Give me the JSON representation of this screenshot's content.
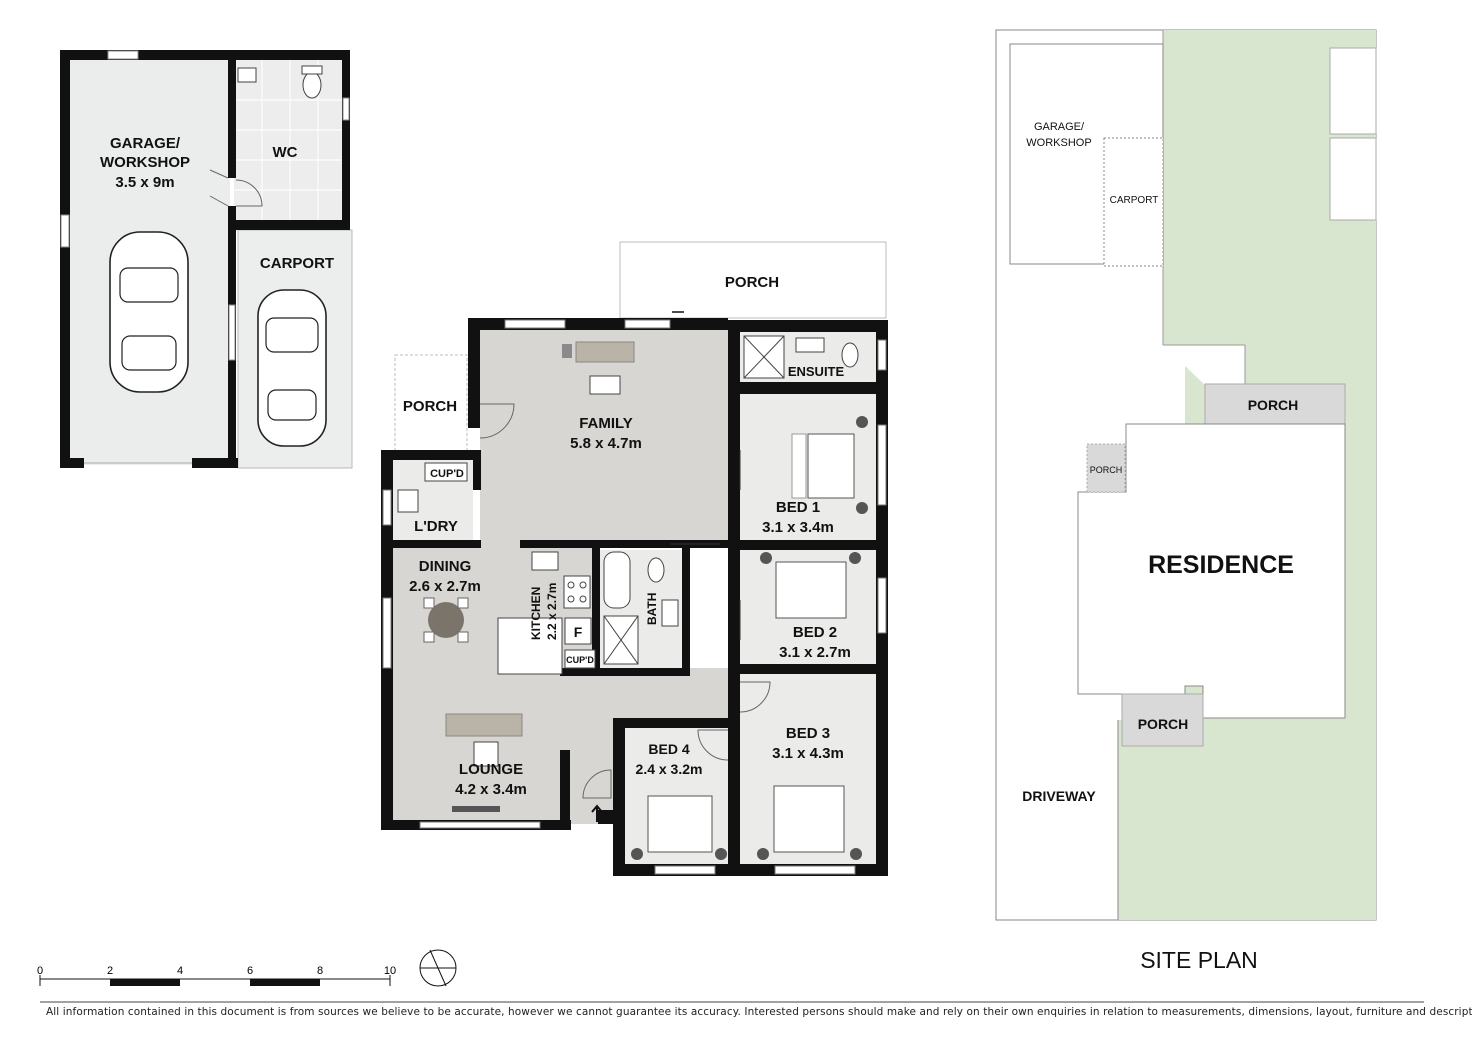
{
  "floorplan": {
    "rooms": [
      {
        "name": "GARAGE/",
        "name2": "WORKSHOP",
        "dims": "3.5 x 9m"
      },
      {
        "name": "WC"
      },
      {
        "name": "CARPORT"
      },
      {
        "name": "PORCH"
      },
      {
        "name": "PORCH"
      },
      {
        "name": "FAMILY",
        "dims": "5.8 x 4.7m"
      },
      {
        "name": "ENSUITE"
      },
      {
        "name": "BED 1",
        "dims": "3.1 x 3.4m"
      },
      {
        "name": "CUP'D"
      },
      {
        "name": "L'DRY"
      },
      {
        "name": "DINING",
        "dims": "2.6 x 2.7m"
      },
      {
        "name": "KITCHEN",
        "dims": "2.2 x 2.7m"
      },
      {
        "name": "F"
      },
      {
        "name": "BATH"
      },
      {
        "name": "CUP'D"
      },
      {
        "name": "BED 2",
        "dims": "3.1 x 2.7m"
      },
      {
        "name": "LOUNGE",
        "dims": "4.2 x 3.4m"
      },
      {
        "name": "BED 4",
        "dims": "2.4 x 3.2m"
      },
      {
        "name": "BED 3",
        "dims": "3.1 x 4.3m"
      }
    ]
  },
  "site_plan": {
    "title": "SITE PLAN",
    "labels": {
      "garage": "GARAGE/",
      "garage2": "WORKSHOP",
      "carport": "CARPORT",
      "porch_top": "PORCH",
      "porch_left": "PORCH",
      "residence": "RESIDENCE",
      "porch_bottom": "PORCH",
      "driveway": "DRIVEWAY"
    }
  },
  "scale_bar": {
    "ticks": [
      "0",
      "2",
      "4",
      "6",
      "8",
      "10"
    ]
  },
  "disclaimer": "All information contained in this document is from sources we believe to be accurate, however we cannot guarantee its accuracy. Interested persons should make and rely on their own enquiries in relation to measurements, dimensions, layout, furniture and descriptions.",
  "colors": {
    "wall": "#111111",
    "room_fill": "#d8d6d2",
    "garage_fill": "#ebedec",
    "lawn": "#d9e6cf",
    "porch_site": "#d9d9d9"
  }
}
